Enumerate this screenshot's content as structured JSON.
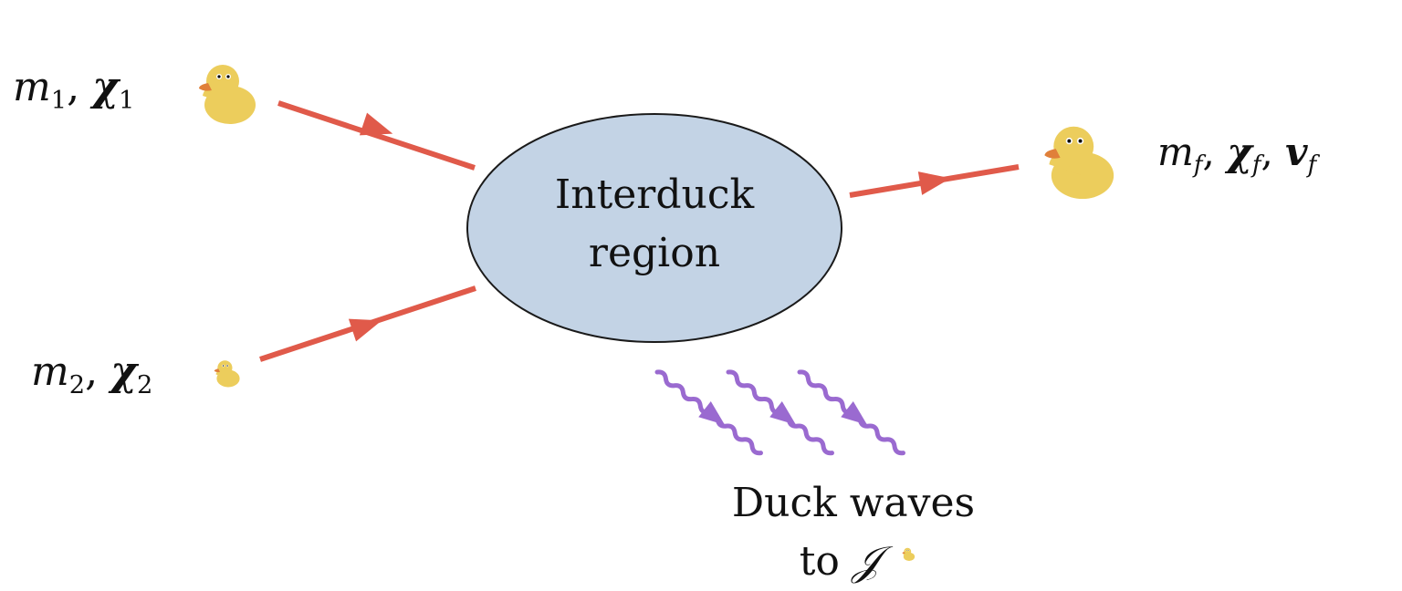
{
  "diagram": {
    "center_label_line1": "Interduck",
    "center_label_line2": "region",
    "incoming_1": {
      "mass": "m",
      "mass_sub": "1",
      "spin": "χ",
      "spin_sub": "1",
      "sep": ","
    },
    "incoming_2": {
      "mass": "m",
      "mass_sub": "2",
      "spin": "χ",
      "spin_sub": "2",
      "sep": ","
    },
    "outgoing": {
      "mass": "m",
      "mass_sub": "f",
      "spin": "χ",
      "spin_sub": "f",
      "velocity": "v",
      "velocity_sub": "f",
      "sep": ","
    },
    "waves_label_line1": "Duck waves",
    "waves_label_line2": "to",
    "waves_label_scri": "𝒥",
    "colors": {
      "arrow": "#e05a4a",
      "ellipse_fill": "#c3d3e5",
      "ellipse_stroke": "#1a1a1a",
      "wave": "#9a6ad0",
      "duck_body": "#eccd5c",
      "duck_beak": "#e0803a"
    },
    "icons": [
      "duck-icon",
      "arrow-icon",
      "wave-icon"
    ]
  }
}
